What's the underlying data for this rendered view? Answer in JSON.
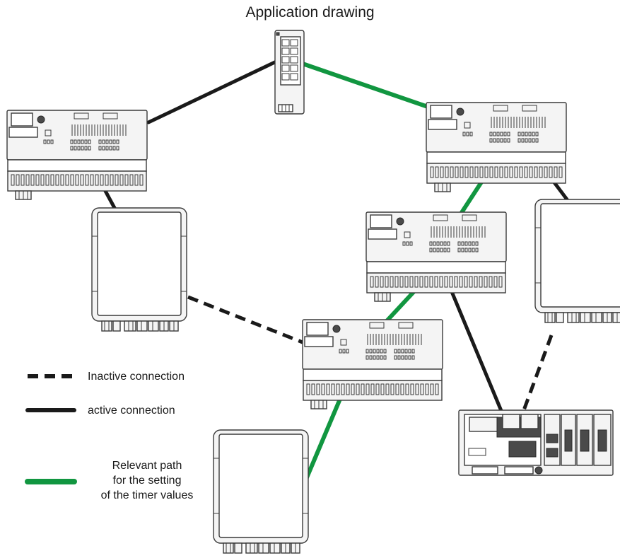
{
  "title": "Application drawing",
  "legend": {
    "inactive": "Inactive connection",
    "active": "active connection",
    "relevant_line1": "Relevant path",
    "relevant_line2": "for the setting",
    "relevant_line3": "of the timer values"
  },
  "colors": {
    "active": "#1a1a1a",
    "inactive": "#1a1a1a",
    "relevant": "#119640"
  },
  "devices": {
    "top_switch_icon": "din-rail-ethernet-switch-icon",
    "managed_switch_icon": "managed-switch-module-icon",
    "io_box_icon": "io-enclosure-icon",
    "controller_icon": "controller-station-icon"
  }
}
